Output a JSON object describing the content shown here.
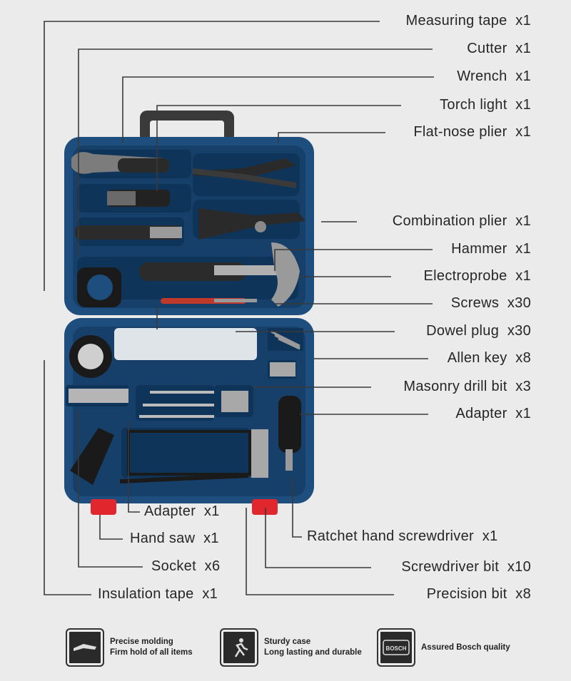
{
  "callouts": [
    {
      "name": "Measuring tape",
      "qty": "x1"
    },
    {
      "name": "Cutter",
      "qty": "x1"
    },
    {
      "name": "Wrench",
      "qty": "x1"
    },
    {
      "name": "Torch light",
      "qty": "x1"
    },
    {
      "name": "Flat-nose plier",
      "qty": "x1"
    },
    {
      "name": "Combination plier",
      "qty": "x1"
    },
    {
      "name": "Hammer",
      "qty": "x1"
    },
    {
      "name": "Electroprobe",
      "qty": "x1"
    },
    {
      "name": "Screws",
      "qty": "x30"
    },
    {
      "name": "Dowel plug",
      "qty": "x30"
    },
    {
      "name": "Allen key",
      "qty": "x8"
    },
    {
      "name": "Masonry drill bit",
      "qty": "x3"
    },
    {
      "name": "Adapter",
      "qty": "x1"
    },
    {
      "name": "Adapter",
      "qty": "x1"
    },
    {
      "name": "Hand saw",
      "qty": "x1"
    },
    {
      "name": "Ratchet hand screwdriver",
      "qty": "x1"
    },
    {
      "name": "Socket",
      "qty": "x6"
    },
    {
      "name": "Screwdriver bit",
      "qty": "x10"
    },
    {
      "name": "Insulation tape",
      "qty": "x1"
    },
    {
      "name": "Precision bit",
      "qty": "x8"
    }
  ],
  "features": [
    {
      "line1": "Precise molding",
      "line2": "Firm hold of all items",
      "icon": "pliers-icon"
    },
    {
      "line1": "Sturdy case",
      "line2": "Long lasting and durable",
      "icon": "running-figure-icon"
    },
    {
      "line1": "Assured Bosch quality",
      "line2": "",
      "icon": "bosch-badge-icon"
    }
  ],
  "brand": {
    "mark": "BOSCH"
  },
  "colors": {
    "case": "#1d4e7e",
    "case_dark": "#0f3459",
    "accent": "#e1262d",
    "background": "#ebebeb"
  }
}
